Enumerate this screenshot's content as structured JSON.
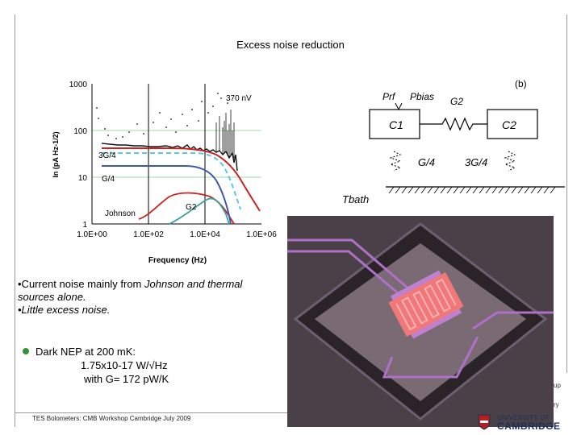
{
  "slide": {
    "title": "Excess noise reduction",
    "footer": "TES Bolometers: CMB Workshop Cambridge July 2009",
    "group_line1": "up",
    "group_line2": "ry"
  },
  "plot": {
    "ylabel": "In (pA Hz-1/2)",
    "xlabel": "Frequency (Hz)",
    "yticks": [
      "1000",
      "100",
      "10",
      "1"
    ],
    "xticks": [
      "1.0E+00",
      "1.0E+02",
      "1.0E+04",
      "1.0E+06"
    ],
    "annotations": {
      "nv": "370 nV",
      "g34": "3G/4",
      "g4": "G/4",
      "johnson": "Johnson",
      "g2": "G2"
    }
  },
  "circuit": {
    "panel_label": "(b)",
    "prf": "Prf",
    "pbias": "Pbias",
    "g2": "G2",
    "c1": "C1",
    "c2": "C2",
    "g_quarter": "G/4",
    "g_three_quarter": "3G/4",
    "tbath": "Tbath"
  },
  "text": {
    "bullet1_a": "•Current noise mainly from ",
    "bullet1_b": "Johnson and thermal",
    "bullet1_c": "sources alone.",
    "bullet2": "•Little excess noise.",
    "nep_line1": "Dark NEP at 200 mK:",
    "nep_line2": "1.75x10-17 W/√Hz",
    "nep_line3": "with G= 172 pW/K"
  },
  "university": {
    "line1": "UNIVERSITY OF",
    "line2": "CAMBRIDGE"
  },
  "colors": {
    "red_curve": "#cc2222",
    "blue_curve": "#3c5aa8",
    "teal_curve": "#3aa0a0",
    "cyan_dashed": "#5cc8e0",
    "grid_green": "#bfe8bf",
    "bullet_green": "#3a8f3a",
    "photo_bg": "#4a4148",
    "chip_pink": "#f07878",
    "trace_purple": "#b070c8",
    "cambridge_blue": "#1e2e5c"
  }
}
